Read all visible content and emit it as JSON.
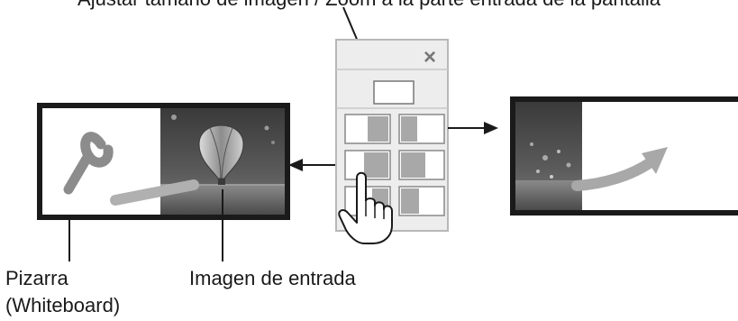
{
  "caption_top": "Ajustar tamaño de imagen / Zoom a la parte entrada de la pantalla",
  "labels": {
    "whiteboard_line1": "Pizarra",
    "whiteboard_line2": "(Whiteboard)",
    "input_image": "Imagen de entrada"
  },
  "palette": {
    "close_symbol": "×"
  }
}
